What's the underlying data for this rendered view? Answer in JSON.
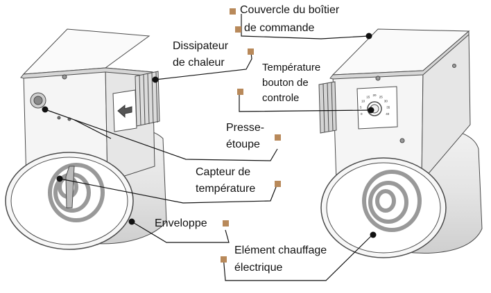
{
  "labels": {
    "couvercle": {
      "line1": "Couvercle du boîtier",
      "line2": "de commande"
    },
    "dissipateur": {
      "line1": "Dissipateur",
      "line2": "de chaleur"
    },
    "temperature_bouton": {
      "line1": "Température",
      "line2": "bouton de",
      "line3": "controle"
    },
    "presse_etoupe": {
      "line1": "Presse-",
      "line2": "étoupe"
    },
    "capteur": {
      "line1": "Capteur de",
      "line2": "température"
    },
    "enveloppe": {
      "line1": "Enveloppe"
    },
    "element_chauffage": {
      "line1": "Elément chauffage",
      "line2": "électrique"
    }
  },
  "dial_scale": [
    "0",
    "5",
    "10",
    "15",
    "20",
    "25",
    "30",
    "35",
    "40"
  ],
  "colors": {
    "marker": "#b8895a",
    "line": "#111111",
    "stroke": "#4a4a4a",
    "fill_light": "#f4f4f4",
    "fill_mid": "#e2e2e2",
    "fill_dark": "#c9c9c9"
  }
}
